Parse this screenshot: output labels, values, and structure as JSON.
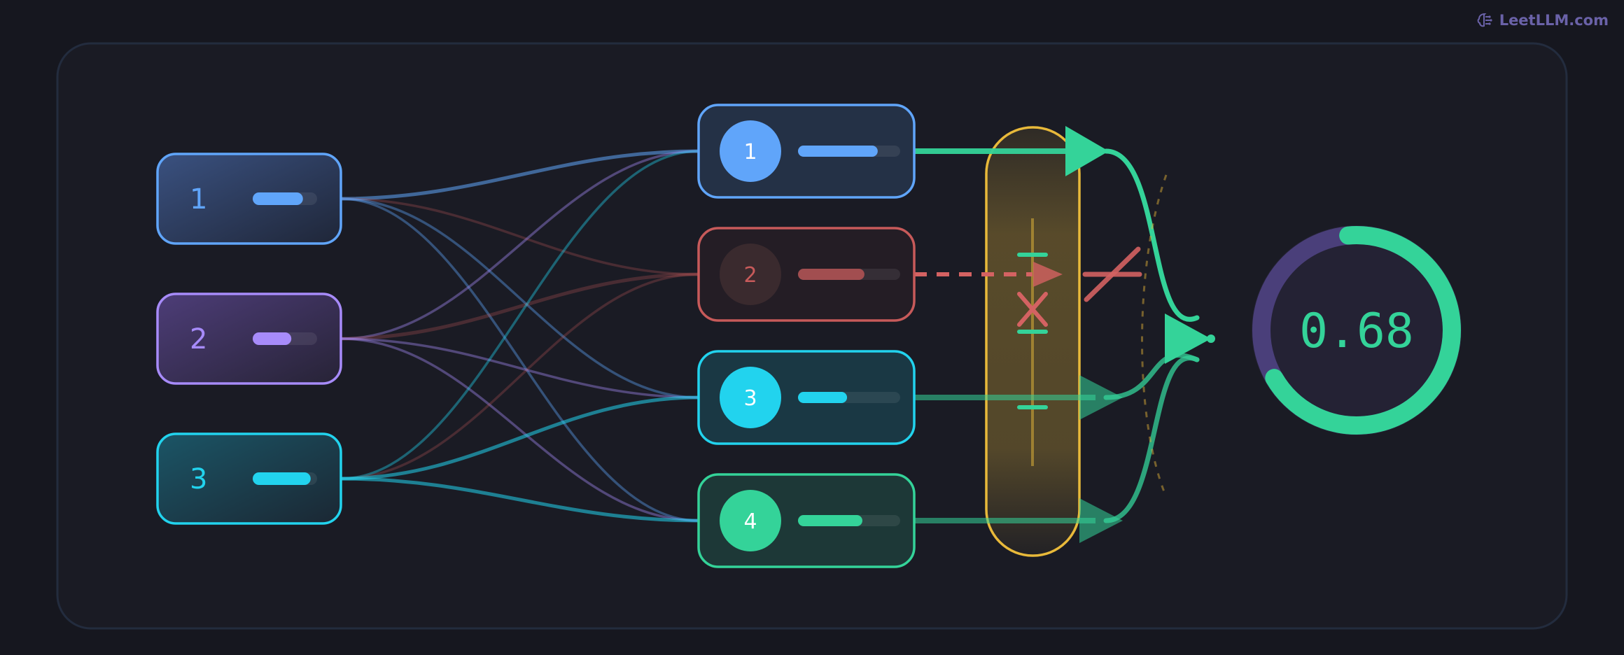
{
  "brand": {
    "text": "LeetLLM.com",
    "icon": "brain-icon"
  },
  "inputs": [
    {
      "label": "1",
      "fill": 0.78,
      "color": "#60a5fa"
    },
    {
      "label": "2",
      "fill": 0.6,
      "color": "#a78bfa"
    },
    {
      "label": "3",
      "fill": 0.9,
      "color": "#22d3ee"
    }
  ],
  "units": [
    {
      "label": "1",
      "fill": 0.78,
      "color": "#60a5fa",
      "active": true
    },
    {
      "label": "2",
      "fill": 0.65,
      "color": "#c75a5a",
      "active": false
    },
    {
      "label": "3",
      "fill": 0.48,
      "color": "#22d3ee",
      "active": true
    },
    {
      "label": "4",
      "fill": 0.63,
      "color": "#34d399",
      "active": true
    }
  ],
  "output": {
    "value": "0.68",
    "fraction": 0.68
  },
  "colors": {
    "background": "#16171f",
    "panel": "#1a1b24",
    "gate": "#e8b93a",
    "pass": "#34d399",
    "blocked": "#d46262",
    "ring_track": "#4a3f7a"
  }
}
